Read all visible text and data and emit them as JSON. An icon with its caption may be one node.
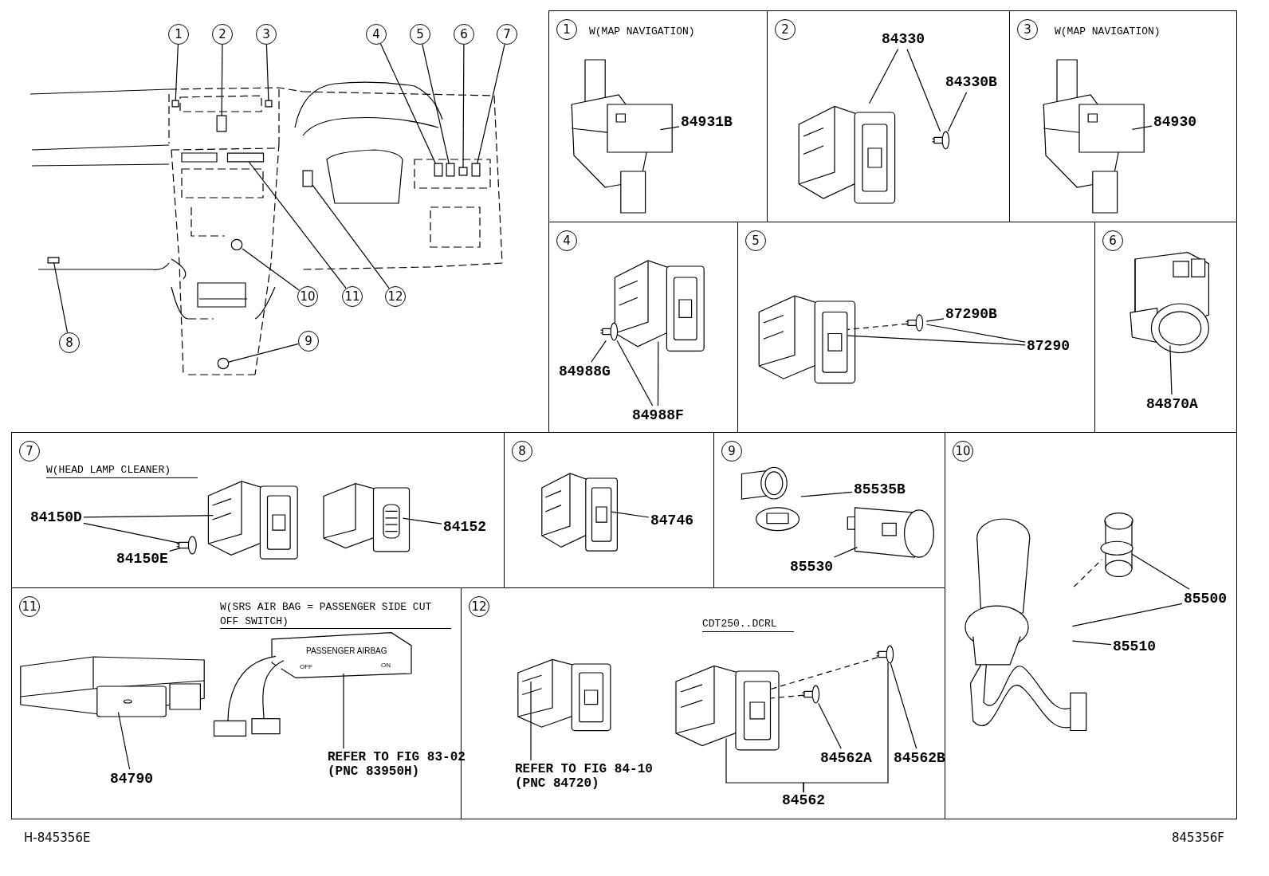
{
  "diagram": {
    "nodes": [
      {
        "text": [
          "1"
        ]
      },
      {
        "text": [
          "2"
        ]
      },
      {
        "text": [
          "3"
        ]
      },
      {
        "text": [
          "4"
        ]
      },
      {
        "text": [
          "5"
        ]
      },
      {
        "text": [
          "6"
        ]
      },
      {
        "text": [
          "7"
        ]
      },
      {
        "text": [
          "8"
        ]
      },
      {
        "text": [
          "9"
        ]
      },
      {
        "text": [
          "10"
        ]
      },
      {
        "text": [
          "11"
        ]
      },
      {
        "text": [
          "12"
        ]
      },
      {
        "text": [
          "W(MAP NAVIGATION)"
        ]
      },
      {
        "text": [],
        "shape": "picture",
        "in": 12
      },
      {
        "text": [
          "84931B"
        ],
        "in": 12
      },
      {
        "text": [],
        "shape": "box"
      },
      {
        "text": [
          "84330"
        ],
        "in": 15
      },
      {
        "text": [
          "84330B"
        ],
        "in": 15
      },
      {
        "text": [],
        "shape": "picture",
        "in": 15
      },
      {
        "text": [],
        "shape": "picture",
        "in": 15
      },
      {
        "text": [
          "W(MAP NAVIGATION)"
        ]
      },
      {
        "text": [],
        "shape": "picture",
        "in": 20
      },
      {
        "text": [
          "84930"
        ],
        "in": 20
      },
      {
        "text": [],
        "shape": "box"
      },
      {
        "text": [],
        "shape": "picture",
        "in": 23
      },
      {
        "text": [],
        "shape": "picture",
        "in": 23
      },
      {
        "text": [
          "84988G"
        ],
        "in": 23
      },
      {
        "text": [
          "84988F"
        ],
        "in": 23
      },
      {
        "text": [],
        "shape": "box"
      },
      {
        "text": [],
        "shape": "picture",
        "in": 28
      },
      {
        "text": [],
        "shape": "picture",
        "in": 28
      },
      {
        "text": [
          "87290B"
        ],
        "in": 28
      },
      {
        "text": [
          "87290"
        ],
        "in": 28
      },
      {
        "text": [],
        "shape": "box"
      },
      {
        "text": [],
        "shape": "picture",
        "in": 33
      },
      {
        "text": [
          "84870A"
        ],
        "in": 33
      },
      {
        "text": [
          "W(HEAD LAMP CLEANER)"
        ]
      },
      {
        "text": [],
        "shape": "picture",
        "in": 36
      },
      {
        "text": [],
        "shape": "picture",
        "in": 36
      },
      {
        "text": [],
        "shape": "picture",
        "in": 36
      },
      {
        "text": [
          "84150D"
        ],
        "in": 36
      },
      {
        "text": [
          "84150E"
        ],
        "in": 36
      },
      {
        "text": [
          "84152"
        ],
        "in": 36
      },
      {
        "text": [],
        "shape": "box"
      },
      {
        "text": [],
        "shape": "picture",
        "in": 43
      },
      {
        "text": [
          "84746"
        ],
        "in": 43
      },
      {
        "text": [],
        "shape": "box"
      },
      {
        "text": [],
        "shape": "picture",
        "in": 46
      },
      {
        "text": [],
        "shape": "picture",
        "in": 46
      },
      {
        "text": [
          "85535B"
        ],
        "in": 46
      },
      {
        "text": [
          "85530"
        ],
        "in": 46
      },
      {
        "text": [],
        "shape": "box"
      },
      {
        "text": [],
        "shape": "picture",
        "in": 51
      },
      {
        "text": [],
        "shape": "picture",
        "in": 51
      },
      {
        "text": [
          "85500"
        ],
        "in": 51
      },
      {
        "text": [
          "85510"
        ],
        "in": 51
      },
      {
        "text": [
          "W(SRS AIR BAG = PASSENGER SIDE CUT OFF SWITCH)"
        ]
      },
      {
        "text": [],
        "shape": "picture",
        "in": 56
      },
      {
        "text": [
          "84790"
        ],
        "in": 56
      },
      {
        "text": [],
        "shape": "picture",
        "in": 56
      },
      {
        "text": [
          "REFER TO FIG 83-02 (PNC 83950H)"
        ],
        "in": 56
      },
      {
        "text": [
          "CDT250..DCRL"
        ]
      },
      {
        "text": [],
        "shape": "picture",
        "in": 61
      },
      {
        "text": [
          "REFER TO FIG 84-10 (PNC 84720)"
        ],
        "in": 61
      },
      {
        "text": [],
        "shape": "picture",
        "in": 61
      },
      {
        "text": [],
        "shape": "picture",
        "in": 61
      },
      {
        "text": [],
        "shape": "picture",
        "in": 61
      },
      {
        "text": [
          "84562A"
        ],
        "in": 61
      },
      {
        "text": [
          "84562B"
        ],
        "in": 61
      },
      {
        "text": [
          "84562"
        ],
        "in": 61
      },
      {
        "text": [],
        "shape": "box"
      },
      {
        "text": [],
        "shape": "box"
      },
      {
        "text": [],
        "shape": "box"
      },
      {
        "text": [],
        "shape": "box"
      },
      {
        "text": [],
        "shape": "box"
      },
      {
        "text": [],
        "shape": "box"
      },
      {
        "text": [],
        "shape": "box"
      },
      {
        "text": [],
        "shape": "box"
      },
      {
        "text": [],
        "shape": "circle"
      },
      {
        "text": [],
        "shape": "circle"
      },
      {
        "text": [],
        "shape": "box"
      },
      {
        "text": [],
        "shape": "box"
      },
      {
        "text": [
          "1"
        ],
        "in": 12
      },
      {
        "text": [
          "2"
        ],
        "in": 15
      },
      {
        "text": [
          "3"
        ],
        "in": 20
      },
      {
        "text": [
          "4"
        ],
        "in": 23
      },
      {
        "text": [
          "5"
        ],
        "in": 28
      },
      {
        "text": [
          "6"
        ],
        "in": 33
      },
      {
        "text": [
          "7"
        ],
        "in": 36
      },
      {
        "text": [
          "8"
        ],
        "in": 43
      },
      {
        "text": [
          "9"
        ],
        "in": 46
      },
      {
        "text": [
          "10"
        ],
        "in": 51
      },
      {
        "text": [
          "11"
        ],
        "in": 56
      },
      {
        "text": [
          "12"
        ],
        "in": 61
      }
    ],
    "edges": [
      {
        "from": 0,
        "to": 70,
        "arrow": "none"
      },
      {
        "from": 1,
        "to": 71,
        "arrow": "none"
      },
      {
        "from": 2,
        "to": 72,
        "arrow": "none"
      },
      {
        "from": 3,
        "to": 73,
        "arrow": "none"
      },
      {
        "from": 4,
        "to": 74,
        "arrow": "none"
      },
      {
        "from": 5,
        "to": 75,
        "arrow": "none"
      },
      {
        "from": 6,
        "to": 76,
        "arrow": "none"
      },
      {
        "from": 7,
        "to": 77,
        "arrow": "none"
      },
      {
        "from": 8,
        "to": 78,
        "arrow": "none"
      },
      {
        "from": 9,
        "to": 79,
        "arrow": "none"
      },
      {
        "from": 10,
        "to": 80,
        "arrow": "none"
      },
      {
        "from": 11,
        "to": 81,
        "arrow": "none"
      },
      {
        "from": 14,
        "to": 13,
        "arrow": "none"
      },
      {
        "from": 16,
        "to": 18,
        "arrow": "none"
      },
      {
        "from": 16,
        "to": 19,
        "arrow": "none"
      },
      {
        "from": 17,
        "to": 19,
        "arrow": "none"
      },
      {
        "from": 22,
        "to": 21,
        "arrow": "none"
      },
      {
        "from": 26,
        "to": 25,
        "arrow": "none"
      },
      {
        "from": 27,
        "to": 24,
        "arrow": "none"
      },
      {
        "from": 27,
        "to": 25,
        "arrow": "none"
      },
      {
        "from": 31,
        "to": 30,
        "arrow": "none"
      },
      {
        "from": 32,
        "to": 29,
        "arrow": "none"
      },
      {
        "from": 32,
        "to": 30,
        "arrow": "none"
      },
      {
        "from": 30,
        "to": 29,
        "arrow": "none",
        "style": "dashed"
      },
      {
        "from": 35,
        "to": 34,
        "arrow": "none"
      },
      {
        "from": 40,
        "to": 37,
        "arrow": "none"
      },
      {
        "from": 40,
        "to": 38,
        "arrow": "none"
      },
      {
        "from": 41,
        "to": 38,
        "arrow": "none"
      },
      {
        "from": 42,
        "to": 39,
        "arrow": "none"
      },
      {
        "from": 45,
        "to": 44,
        "arrow": "none"
      },
      {
        "from": 49,
        "to": 47,
        "arrow": "none"
      },
      {
        "from": 50,
        "to": 48,
        "arrow": "none"
      },
      {
        "from": 54,
        "to": 53,
        "arrow": "none"
      },
      {
        "from": 54,
        "to": 52,
        "arrow": "none"
      },
      {
        "from": 55,
        "to": 52,
        "arrow": "none"
      },
      {
        "from": 52,
        "to": 53,
        "arrow": "none",
        "style": "dashed"
      },
      {
        "from": 58,
        "to": 57,
        "arrow": "none"
      },
      {
        "from": 60,
        "to": 59,
        "arrow": "none"
      },
      {
        "from": 63,
        "to": 62,
        "arrow": "none"
      },
      {
        "from": 67,
        "to": 65,
        "arrow": "none"
      },
      {
        "from": 68,
        "to": 66,
        "arrow": "none"
      },
      {
        "from": 69,
        "to": 64,
        "arrow": "none"
      },
      {
        "from": 69,
        "to": 66,
        "arrow": "none"
      },
      {
        "from": 65,
        "to": 64,
        "arrow": "none",
        "style": "dashed"
      },
      {
        "from": 66,
        "to": 64,
        "arrow": "none",
        "style": "dashed"
      }
    ],
    "labels": [
      "PASSENGER AIRBAG",
      "OFF",
      "ON",
      "H-845356E",
      "845356F"
    ]
  }
}
